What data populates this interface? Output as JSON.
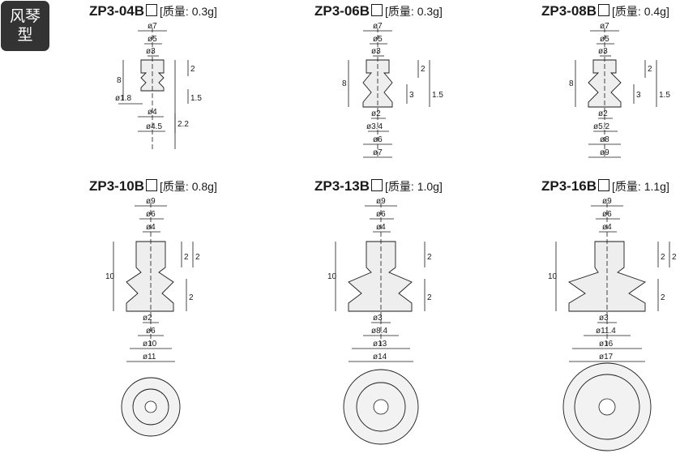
{
  "badge": [
    "风琴",
    "型"
  ],
  "cells": [
    {
      "model": "ZP3-04B",
      "mass": "[质量: 0.3g]",
      "top_dims": [
        "ø7",
        "ø5",
        "ø3"
      ],
      "bottom_dims": [
        "ø4",
        "ø4.5"
      ],
      "left_small_dim": "ø1.8",
      "height_dim": "8",
      "right_dims": [
        "2",
        "1.5",
        "2.2"
      ],
      "has_top_view": false
    },
    {
      "model": "ZP3-06B",
      "mass": "[质量: 0.3g]",
      "top_dims": [
        "ø7",
        "ø5",
        "ø3"
      ],
      "bottom_dims": [
        "ø2",
        "ø3.4",
        "ø6",
        "ø7"
      ],
      "height_dim": "8",
      "right_dims": [
        "2",
        "3",
        "1.5"
      ],
      "has_top_view": false
    },
    {
      "model": "ZP3-08B",
      "mass": "[质量: 0.4g]",
      "top_dims": [
        "ø7",
        "ø5",
        "ø3"
      ],
      "bottom_dims": [
        "ø2",
        "ø5.2",
        "ø8",
        "ø9"
      ],
      "height_dim": "8",
      "right_dims": [
        "2",
        "3",
        "1.5"
      ],
      "has_top_view": false
    },
    {
      "model": "ZP3-10B",
      "mass": "[质量: 0.8g]",
      "top_dims": [
        "ø9",
        "ø6",
        "ø4"
      ],
      "bottom_dims": [
        "ø2",
        "ø6",
        "ø10",
        "ø11"
      ],
      "height_dim": "10",
      "right_dims": [
        "2",
        "2",
        "2"
      ],
      "has_top_view": true
    },
    {
      "model": "ZP3-13B",
      "mass": "[质量: 1.0g]",
      "top_dims": [
        "ø9",
        "ø6",
        "ø4"
      ],
      "bottom_dims": [
        "ø3",
        "ø8.4",
        "ø13",
        "ø14"
      ],
      "height_dim": "10",
      "right_dims": [
        "2",
        "2"
      ],
      "has_top_view": true
    },
    {
      "model": "ZP3-16B",
      "mass": "[质量: 1.1g]",
      "top_dims": [
        "ø9",
        "ø6",
        "ø4"
      ],
      "bottom_dims": [
        "ø3",
        "ø11.4",
        "ø16",
        "ø17"
      ],
      "height_dim": "10",
      "right_dims": [
        "2",
        "2",
        "2"
      ],
      "has_top_view": true
    }
  ]
}
